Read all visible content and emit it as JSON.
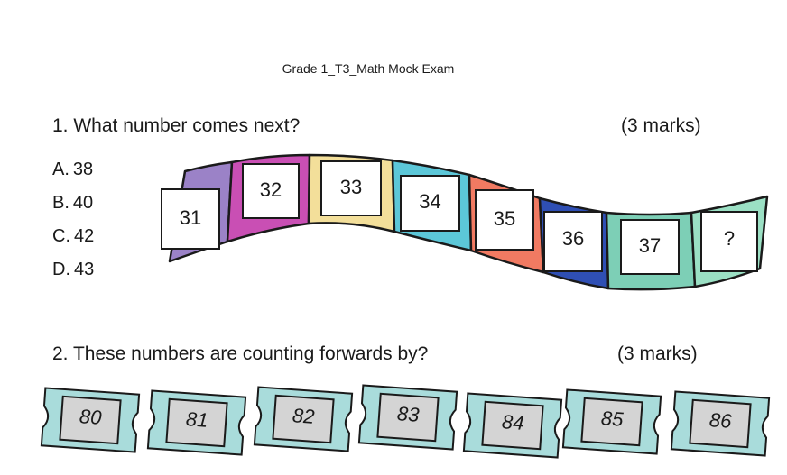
{
  "header": {
    "title": "Grade 1_T3_Math Mock Exam"
  },
  "question1": {
    "text": "1. What number comes next?",
    "marks": "(3 marks)",
    "options": [
      {
        "letter": "A.",
        "value": "38"
      },
      {
        "letter": "B.",
        "value": "40"
      },
      {
        "letter": "C.",
        "value": "42"
      },
      {
        "letter": "D.",
        "value": "43"
      }
    ],
    "sequence": [
      "31",
      "32",
      "33",
      "34",
      "35",
      "36",
      "37",
      "?"
    ]
  },
  "question2": {
    "text": "2. These numbers are counting forwards by?",
    "marks": "(3 marks)",
    "tickets": [
      "80",
      "81",
      "82",
      "83",
      "84",
      "85",
      "86"
    ]
  },
  "colors": {
    "ribbon": [
      "#9b82c7",
      "#c94fb4",
      "#f3df9a",
      "#5cc7d8",
      "#f17a62",
      "#2f4fb4",
      "#7dcfb6",
      "#9be0c4"
    ],
    "ticket_fill": "#a9dcdb",
    "ticket_inner": "#d4d4d4"
  }
}
